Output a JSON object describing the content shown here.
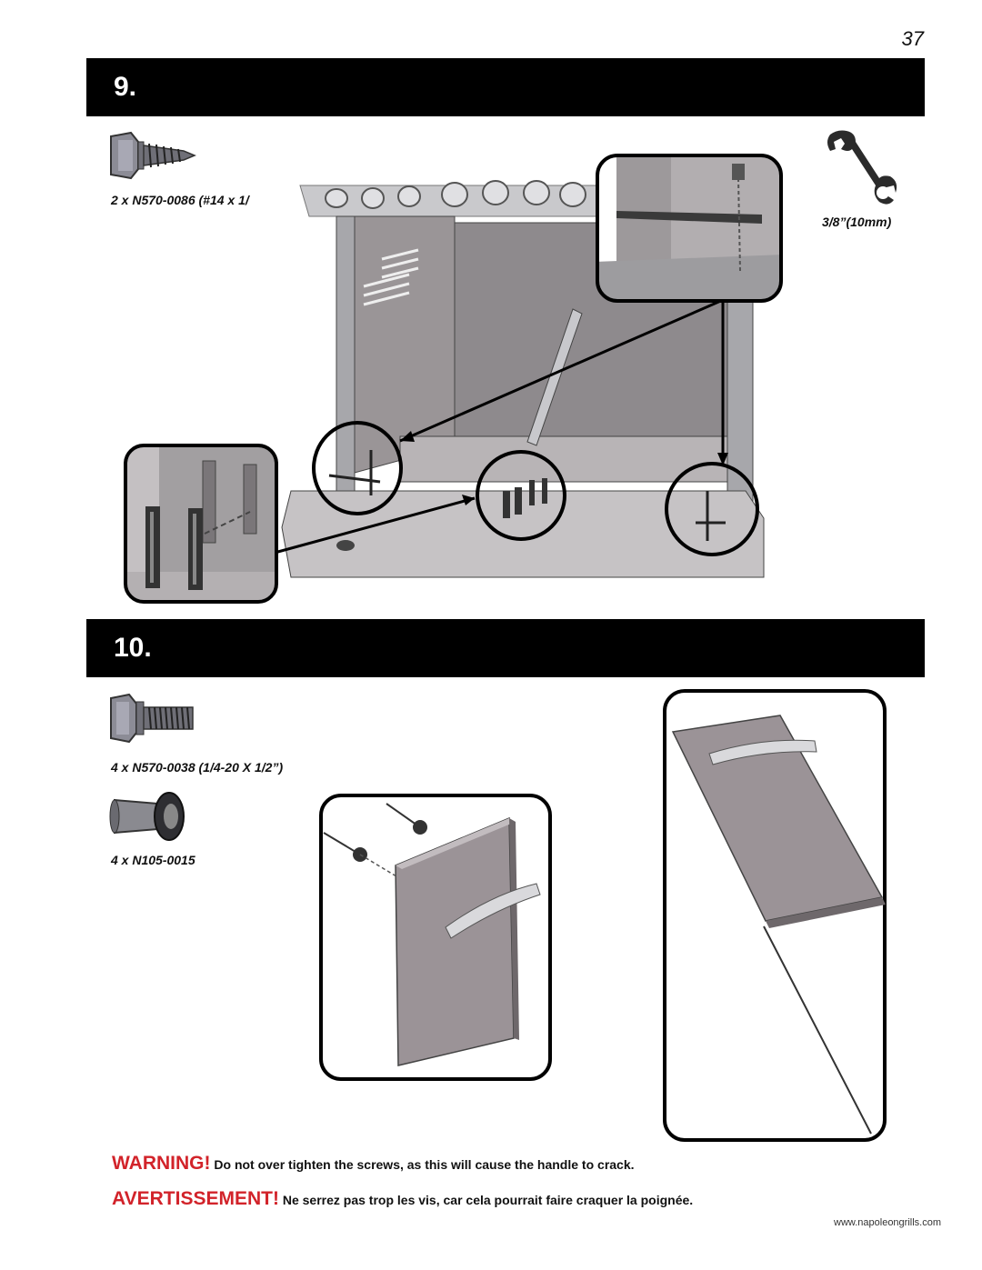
{
  "page": {
    "number": "37",
    "website": "www.napoleongrills.com"
  },
  "step9": {
    "number": "9.",
    "screw_label": "2 x N570-0086 (#14 x 1/",
    "tool_label": "3/8”(10mm)"
  },
  "step10": {
    "number": "10.",
    "bolt_label": "4 x N570-0038 (1/4-20 X 1/2”)",
    "spacer_label": "4 x N105-0015"
  },
  "warning": {
    "en_word": "WARNING!",
    "en_text": "Do not over tighten the screws, as this will cause the handle to crack.",
    "fr_word": "AVERTISSEMENT!",
    "fr_text": "Ne serrez pas trop les vis, car cela pourrait faire craquer la poignée."
  },
  "icons": [
    "hex-screw-icon",
    "wrench-icon",
    "hex-bolt-icon",
    "spacer-icon"
  ],
  "colors": {
    "header_bar": "#000000",
    "warning_red": "#d2232a",
    "panel_gray": "#9b9397"
  }
}
